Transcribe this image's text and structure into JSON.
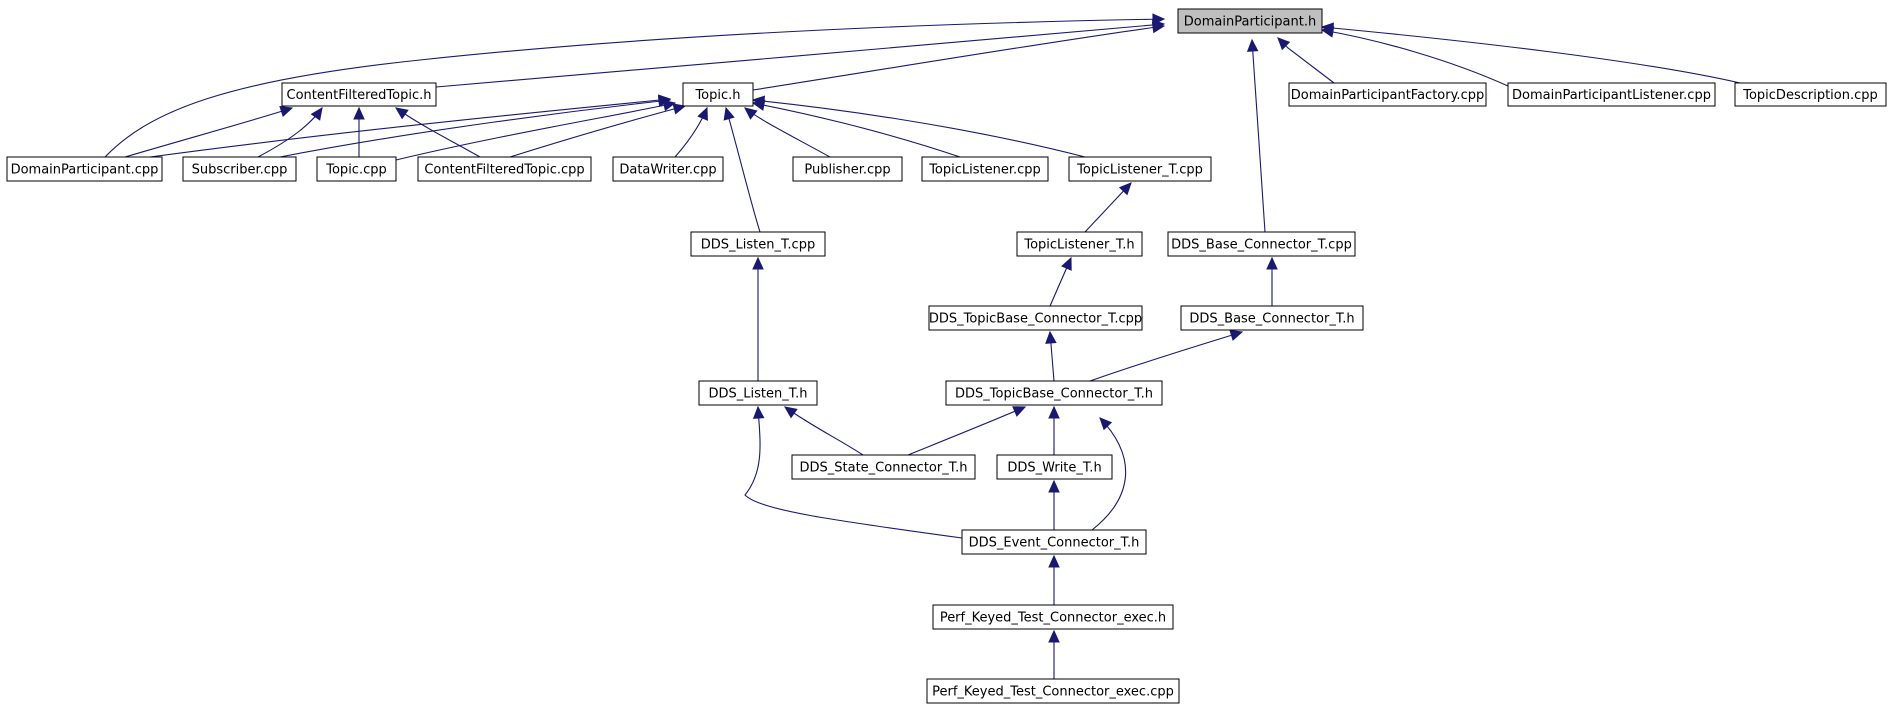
{
  "diagram": {
    "root": "domainparticipant_h",
    "colors": {
      "edge": "#191970",
      "root_fill": "#bfbfbf",
      "node_fill": "#ffffff",
      "node_border": "#000000"
    },
    "nodes": [
      {
        "id": "domainparticipant_h",
        "label": "DomainParticipant.h"
      },
      {
        "id": "contentfilteredtopic_h",
        "label": "ContentFilteredTopic.h"
      },
      {
        "id": "topic_h",
        "label": "Topic.h"
      },
      {
        "id": "domainparticipantfactory_cpp",
        "label": "DomainParticipantFactory.cpp"
      },
      {
        "id": "domainparticipantlistener_cpp",
        "label": "DomainParticipantListener.cpp"
      },
      {
        "id": "topicdescription_cpp",
        "label": "TopicDescription.cpp"
      },
      {
        "id": "domainparticipant_cpp",
        "label": "DomainParticipant.cpp"
      },
      {
        "id": "subscriber_cpp",
        "label": "Subscriber.cpp"
      },
      {
        "id": "topic_cpp",
        "label": "Topic.cpp"
      },
      {
        "id": "contentfilteredtopic_cpp",
        "label": "ContentFilteredTopic.cpp"
      },
      {
        "id": "datawriter_cpp",
        "label": "DataWriter.cpp"
      },
      {
        "id": "publisher_cpp",
        "label": "Publisher.cpp"
      },
      {
        "id": "topiclistener_cpp",
        "label": "TopicListener.cpp"
      },
      {
        "id": "topiclistener_t_cpp",
        "label": "TopicListener_T.cpp"
      },
      {
        "id": "dds_listen_t_cpp",
        "label": "DDS_Listen_T.cpp"
      },
      {
        "id": "topiclistener_t_h",
        "label": "TopicListener_T.h"
      },
      {
        "id": "dds_base_connector_t_cpp",
        "label": "DDS_Base_Connector_T.cpp"
      },
      {
        "id": "dds_topicbase_connector_t_cpp",
        "label": "DDS_TopicBase_Connector_T.cpp"
      },
      {
        "id": "dds_base_connector_t_h",
        "label": "DDS_Base_Connector_T.h"
      },
      {
        "id": "dds_listen_t_h",
        "label": "DDS_Listen_T.h"
      },
      {
        "id": "dds_topicbase_connector_t_h",
        "label": "DDS_TopicBase_Connector_T.h"
      },
      {
        "id": "dds_state_connector_t_h",
        "label": "DDS_State_Connector_T.h"
      },
      {
        "id": "dds_write_t_h",
        "label": "DDS_Write_T.h"
      },
      {
        "id": "dds_event_connector_t_h",
        "label": "DDS_Event_Connector_T.h"
      },
      {
        "id": "perf_keyed_test_connector_exec_h",
        "label": "Perf_Keyed_Test_Connector_exec.h"
      },
      {
        "id": "perf_keyed_test_connector_exec_cpp",
        "label": "Perf_Keyed_Test_Connector_exec.cpp"
      }
    ],
    "edges": [
      {
        "from": "contentfilteredtopic_h",
        "to": "domainparticipant_h"
      },
      {
        "from": "topic_h",
        "to": "domainparticipant_h"
      },
      {
        "from": "domainparticipant_cpp",
        "to": "domainparticipant_h"
      },
      {
        "from": "domainparticipantfactory_cpp",
        "to": "domainparticipant_h"
      },
      {
        "from": "domainparticipantlistener_cpp",
        "to": "domainparticipant_h"
      },
      {
        "from": "topicdescription_cpp",
        "to": "domainparticipant_h"
      },
      {
        "from": "dds_base_connector_t_cpp",
        "to": "domainparticipant_h"
      },
      {
        "from": "domainparticipant_cpp",
        "to": "contentfilteredtopic_h"
      },
      {
        "from": "subscriber_cpp",
        "to": "contentfilteredtopic_h"
      },
      {
        "from": "topic_cpp",
        "to": "contentfilteredtopic_h"
      },
      {
        "from": "contentfilteredtopic_cpp",
        "to": "contentfilteredtopic_h"
      },
      {
        "from": "domainparticipant_cpp",
        "to": "topic_h"
      },
      {
        "from": "subscriber_cpp",
        "to": "topic_h"
      },
      {
        "from": "topic_cpp",
        "to": "topic_h"
      },
      {
        "from": "contentfilteredtopic_cpp",
        "to": "topic_h"
      },
      {
        "from": "datawriter_cpp",
        "to": "topic_h"
      },
      {
        "from": "publisher_cpp",
        "to": "topic_h"
      },
      {
        "from": "topiclistener_cpp",
        "to": "topic_h"
      },
      {
        "from": "topiclistener_t_cpp",
        "to": "topic_h"
      },
      {
        "from": "dds_listen_t_cpp",
        "to": "topic_h"
      },
      {
        "from": "topiclistener_t_h",
        "to": "topiclistener_t_cpp"
      },
      {
        "from": "dds_topicbase_connector_t_cpp",
        "to": "topiclistener_t_h"
      },
      {
        "from": "dds_base_connector_t_h",
        "to": "dds_base_connector_t_cpp"
      },
      {
        "from": "dds_listen_t_h",
        "to": "dds_listen_t_cpp"
      },
      {
        "from": "dds_topicbase_connector_t_h",
        "to": "dds_topicbase_connector_t_cpp"
      },
      {
        "from": "dds_topicbase_connector_t_h",
        "to": "dds_base_connector_t_h"
      },
      {
        "from": "dds_state_connector_t_h",
        "to": "dds_listen_t_h"
      },
      {
        "from": "dds_state_connector_t_h",
        "to": "dds_topicbase_connector_t_h"
      },
      {
        "from": "dds_write_t_h",
        "to": "dds_topicbase_connector_t_h"
      },
      {
        "from": "dds_event_connector_t_h",
        "to": "dds_listen_t_h"
      },
      {
        "from": "dds_event_connector_t_h",
        "to": "dds_topicbase_connector_t_h"
      },
      {
        "from": "dds_event_connector_t_h",
        "to": "dds_write_t_h"
      },
      {
        "from": "perf_keyed_test_connector_exec_h",
        "to": "dds_event_connector_t_h"
      },
      {
        "from": "perf_keyed_test_connector_exec_cpp",
        "to": "perf_keyed_test_connector_exec_h"
      }
    ]
  }
}
